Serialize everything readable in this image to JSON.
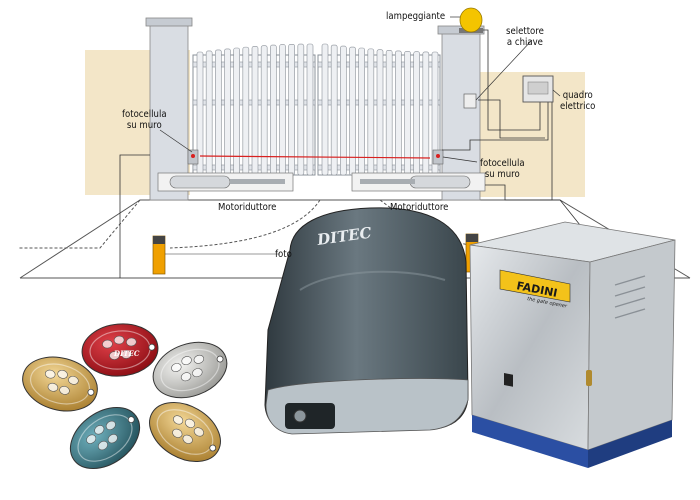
{
  "labels": {
    "lampeggiante": "lampeggiante",
    "selettore": [
      "selettore",
      "a chiave"
    ],
    "quadro": [
      "quadro",
      "elettrico"
    ],
    "fotocellula_left": [
      "fotocellula",
      "su muro"
    ],
    "fotocellula_right": [
      "fotocellula",
      "su muro"
    ],
    "motoriduttore_left": "Motoriduttore",
    "motoriduttore_right": "Motoriduttore",
    "fotocellula_post": "foto"
  },
  "products": {
    "ditec_motor_logo": "DITEC",
    "fadini_logo": "FADINI",
    "fadini_tagline": "the gate opener",
    "remote_logo": "DITEC"
  },
  "colors": {
    "wall": "#f3e6c8",
    "pillar": "#d9dde3",
    "gate": "#e2e5ea",
    "flasher": "#f4c400",
    "photocell_post": "#f0a000",
    "motor_body": "#4d5a62",
    "cabinet_steel": "#c9cdd1",
    "cabinet_base": "#2b4fa3",
    "remote_red": "#b5141c",
    "remote_gold": "#d9b25a",
    "remote_silver": "#c9c9c6",
    "remote_teal": "#3f7f8c"
  }
}
